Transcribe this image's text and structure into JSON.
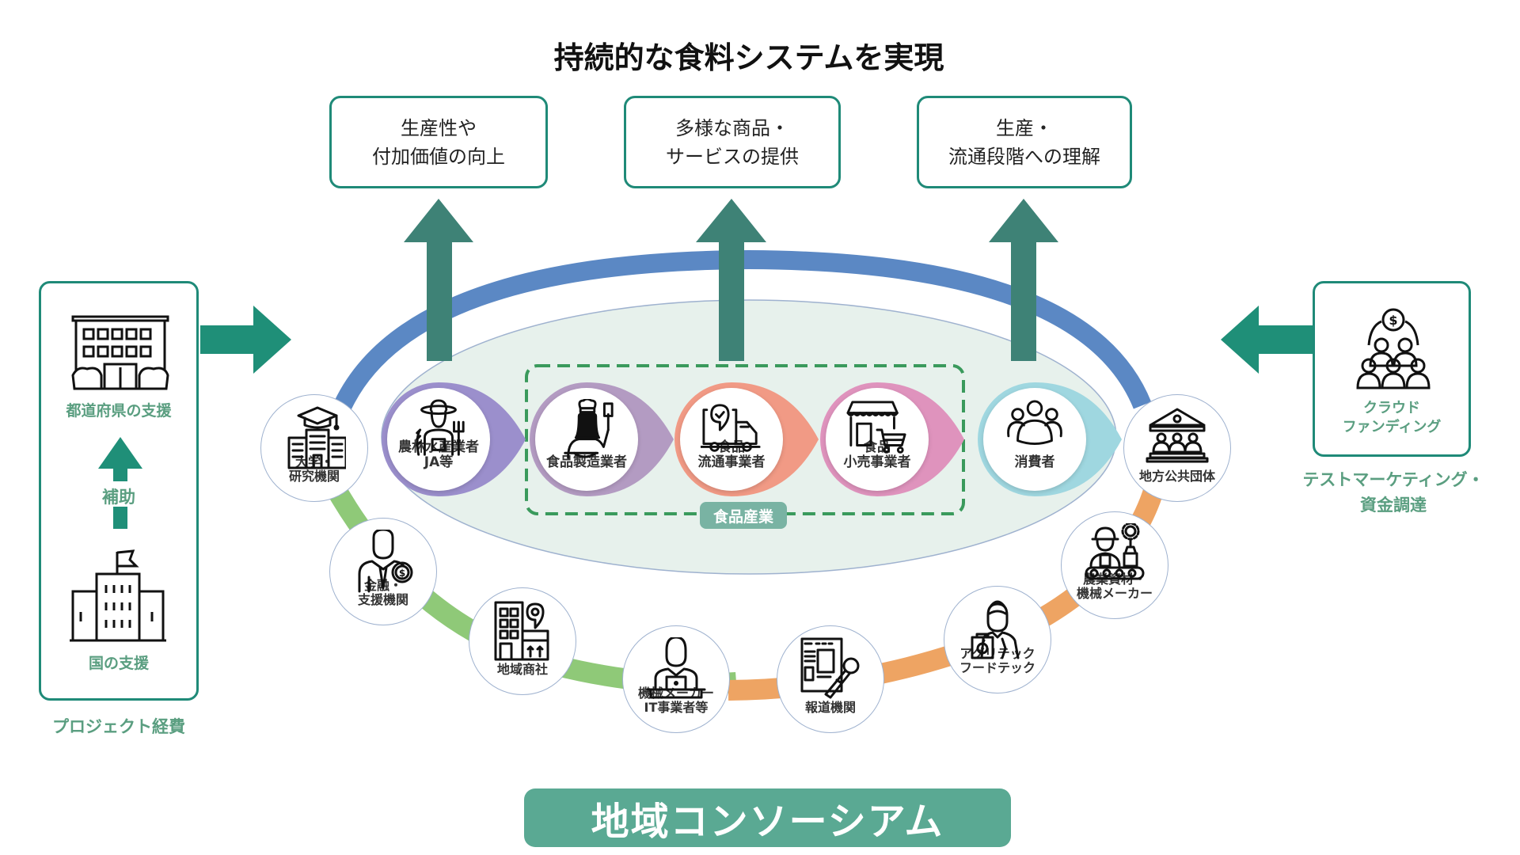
{
  "title": "持続的な食料システムを実現",
  "goals": [
    {
      "line1": "生産性や",
      "line2": "付加価値の向上"
    },
    {
      "line1": "多様な商品・",
      "line2": "サービスの提供"
    },
    {
      "line1": "生産・",
      "line2": "流通段階への理解"
    }
  ],
  "left_panel": {
    "prefecture_label": "都道府県の支援",
    "subsidy_label": "補助",
    "national_label": "国の支援",
    "caption": "プロジェクト経費"
  },
  "right_panel": {
    "crowdfunding_line1": "クラウド",
    "crowdfunding_line2": "ファンディング",
    "caption_line1": "テストマーケティング・",
    "caption_line2": "資金調達"
  },
  "food_industry_label": "食品産業",
  "chain": [
    {
      "line1": "農林水産業者",
      "line2": "JA等",
      "color": "#9b8fcc",
      "icon": "farmer-icon"
    },
    {
      "line1": "食品製造業者",
      "line2": "",
      "color": "#b39bc2",
      "icon": "chef-icon"
    },
    {
      "line1": "食品",
      "line2": "流通事業者",
      "color": "#f19a85",
      "icon": "delivery-truck-icon"
    },
    {
      "line1": "食品",
      "line2": "小売事業者",
      "color": "#df93bd",
      "icon": "store-cart-icon"
    },
    {
      "line1": "消費者",
      "line2": "",
      "color": "#9fd7e0",
      "icon": "people-group-icon"
    }
  ],
  "members": [
    {
      "line1": "大学・",
      "line2": "研究機関",
      "icon": "university-icon"
    },
    {
      "line1": "金融・",
      "line2": "支援機関",
      "icon": "financier-icon"
    },
    {
      "line1": "地域商社",
      "line2": "",
      "icon": "trading-company-icon"
    },
    {
      "line1": "機械メーカー",
      "line2": "IT事業者等",
      "icon": "it-worker-icon"
    },
    {
      "line1": "報道機関",
      "line2": "",
      "icon": "news-microphone-icon"
    },
    {
      "line1": "アグリテック",
      "line2": "フードテック",
      "icon": "agritech-icon"
    },
    {
      "line1": "農業資材・",
      "line2": "機械メーカー",
      "icon": "factory-worker-icon"
    },
    {
      "line1": "地方公共団体",
      "line2": "",
      "icon": "government-icon"
    }
  ],
  "banner": "地域コンソーシアム",
  "colors": {
    "teal_border": "#1f8a78",
    "arrow_dark": "#3e8276",
    "arrow_green": "#1f8f78",
    "blue_arc": "#5b88c4",
    "green_arc": "#8fc978",
    "orange_arc": "#eea463",
    "ellipse_fill": "#e7f1ec",
    "banner": "#5aa993"
  }
}
